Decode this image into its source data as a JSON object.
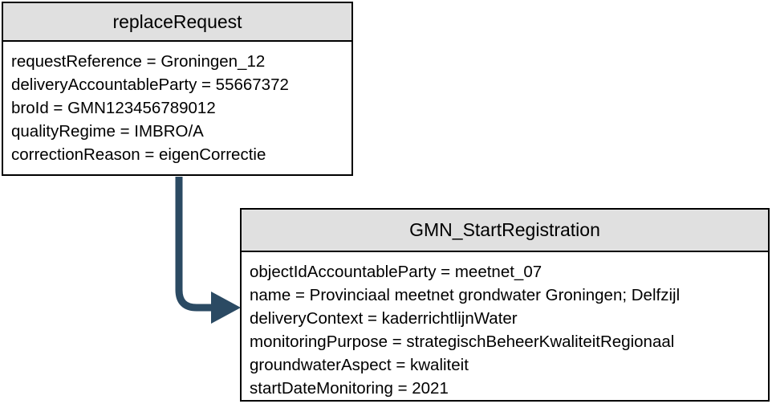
{
  "diagram": {
    "type": "uml-object-diagram",
    "colors": {
      "box_header_bg": "#e0e0e0",
      "box_border": "#000000",
      "text": "#000000",
      "connector": "#2b4a63"
    },
    "boxes": [
      {
        "title": "replaceRequest",
        "attributes": [
          "requestReference = Groningen_12",
          "deliveryAccountableParty = 55667372",
          "broId = GMN123456789012",
          "qualityRegime = IMBRO/A",
          "correctionReason = eigenCorrectie"
        ]
      },
      {
        "title": "GMN_StartRegistration",
        "attributes": [
          "objectIdAccountableParty = meetnet_07",
          "name = Provinciaal meetnet grondwater Groningen; Delfzijl",
          "deliveryContext = kaderrichtlijnWater",
          "monitoringPurpose = strategischBeheerKwaliteitRegionaal",
          "groundwaterAspect = kwaliteit",
          "startDateMonitoring = 2021"
        ]
      }
    ],
    "connector": {
      "from": "replaceRequest",
      "to": "GMN_StartRegistration",
      "style": "elbow-rounded",
      "color": "#2b4a63"
    }
  }
}
